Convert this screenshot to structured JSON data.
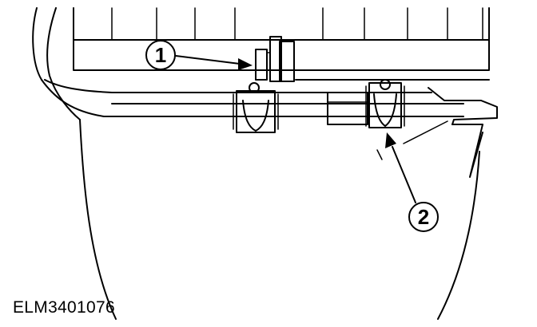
{
  "figure": {
    "code": "ELM3401076",
    "callouts": [
      {
        "number": "1"
      },
      {
        "number": "2"
      }
    ]
  }
}
